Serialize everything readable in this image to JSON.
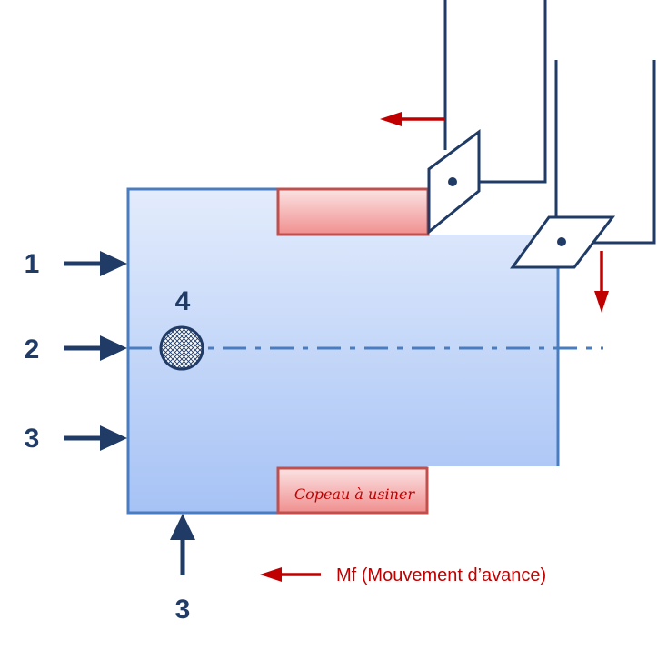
{
  "labels": {
    "one": "1",
    "two": "2",
    "three_left": "3",
    "three_bottom": "3",
    "four": "4"
  },
  "chip_label": "Copeau à usiner",
  "feed_label": "Mf (Mouvement d’avance)",
  "colors": {
    "support_arrow": "#1f3b66",
    "workpiece_border": "#4a7cc0",
    "workpiece_top": "#e3ecfc",
    "workpiece_bottom": "#a6c2f5",
    "chip_border": "#c0504d",
    "chip_fill_top": "#fbdada",
    "chip_fill_bottom": "#f19a9a",
    "tool": "#1f3b66",
    "motion_arrow": "#c00000",
    "axis_line": "#4a7cc0"
  }
}
